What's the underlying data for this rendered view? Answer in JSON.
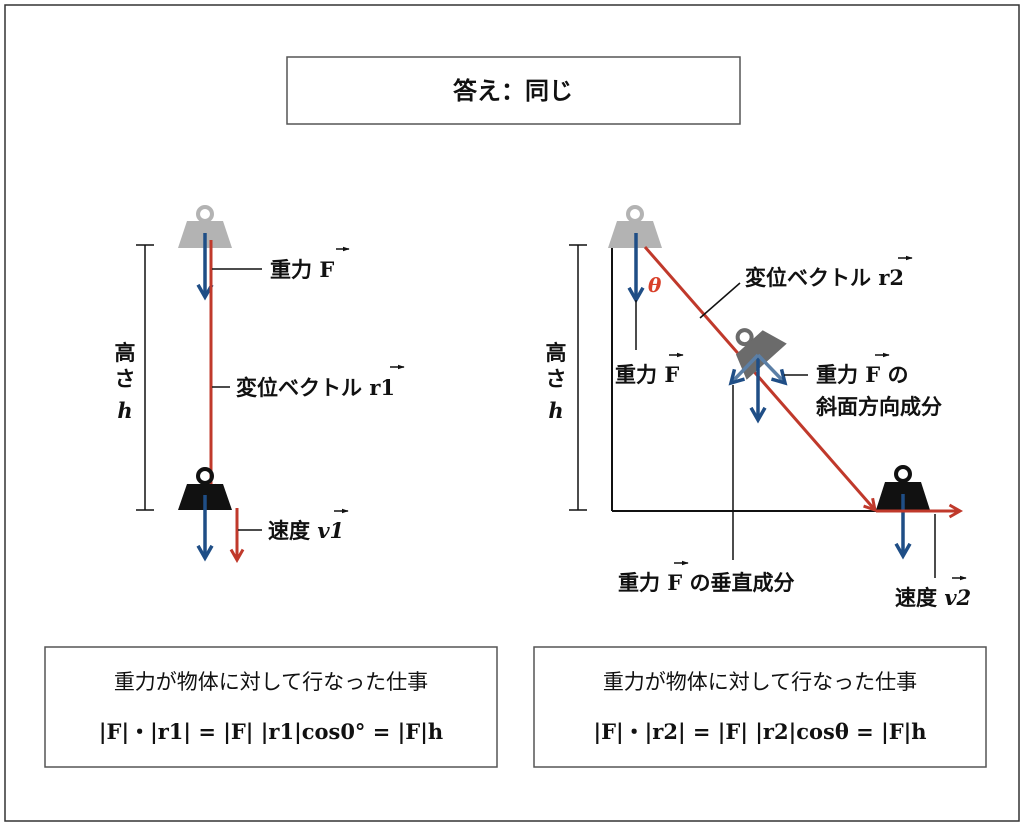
{
  "answer": "答え：同じ",
  "left": {
    "gravity_label": "重力",
    "vec_F": "F",
    "height_label_1": "高",
    "height_label_2": "さ",
    "height_var": "h",
    "displacement_label": "変位ベクトル",
    "vec_r": "r1",
    "velocity_label": "速度",
    "vec_v": "v1",
    "box_title": "重力が物体に対して行なった仕事",
    "formula": "|F|・|r1| = |F| |r1|cos0° = |F|h"
  },
  "right": {
    "displacement_label": "変位ベクトル",
    "vec_r": "r2",
    "theta": "θ",
    "height_label_1": "高",
    "height_label_2": "さ",
    "height_var": "h",
    "gravity_label": "重力",
    "vec_F": "F",
    "slope_comp_label_1": "重力 F の",
    "slope_comp_label_2": "斜面方向成分",
    "perp_comp_label": "重力 F の垂直成分",
    "velocity_label": "速度",
    "vec_v": "v2",
    "box_title": "重力が物体に対して行なった仕事",
    "formula": "|F|・|r2| = |F| |r2|cosθ = |F|h"
  },
  "colors": {
    "gravity_arrow": "#1f4e86",
    "displacement_arrow": "#c0392b",
    "weight_top": "#b3b3b3",
    "weight_mid": "#6b6b6b",
    "weight_bottom": "#111111",
    "theta": "#d8402a"
  }
}
